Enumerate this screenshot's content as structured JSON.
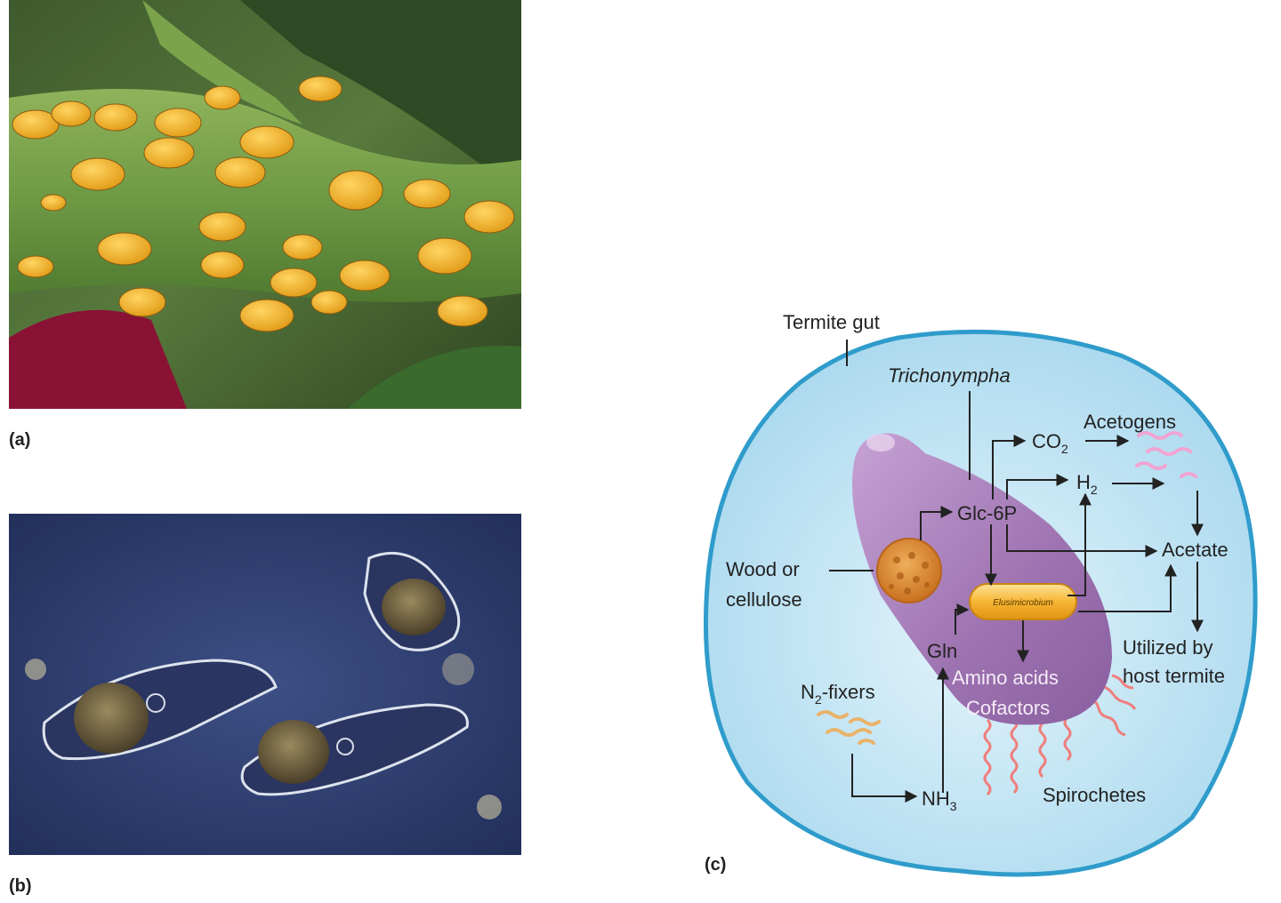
{
  "panels": {
    "a": {
      "label": "(a)"
    },
    "b": {
      "label": "(b)"
    },
    "c": {
      "label": "(c)"
    }
  },
  "diagram": {
    "termite_gut": "Termite gut",
    "trichonympha": "Trichonympha",
    "wood_line1": "Wood or",
    "wood_line2": "cellulose",
    "glc6p": "Glc-6P",
    "co2": "CO",
    "co2_sub": "2",
    "h2": "H",
    "h2_sub": "2",
    "acetogens": "Acetogens",
    "acetate": "Acetate",
    "elusimicrobium": "Elusimicrobium",
    "gln": "Gln",
    "amino_acids": "Amino acids",
    "cofactors": "Cofactors",
    "utilized_line1": "Utilized by",
    "utilized_line2": "host termite",
    "n2_fixers_prefix": "N",
    "n2_fixers_sub": "2",
    "n2_fixers_suffix": "-fixers",
    "nh3": "NH",
    "nh3_sub": "3",
    "spirochetes": "Spirochetes"
  },
  "colors": {
    "gut_fill": "#bfe3f3",
    "gut_edge": "#3aa6cf",
    "trichonympha": "#9b6fae",
    "wood": "#e0913a",
    "elusimicrobium": "#f5b431",
    "spirochete": "#ef8b87",
    "acetogen": "#f2a4d2",
    "n2_fixer": "#e9b36a"
  }
}
